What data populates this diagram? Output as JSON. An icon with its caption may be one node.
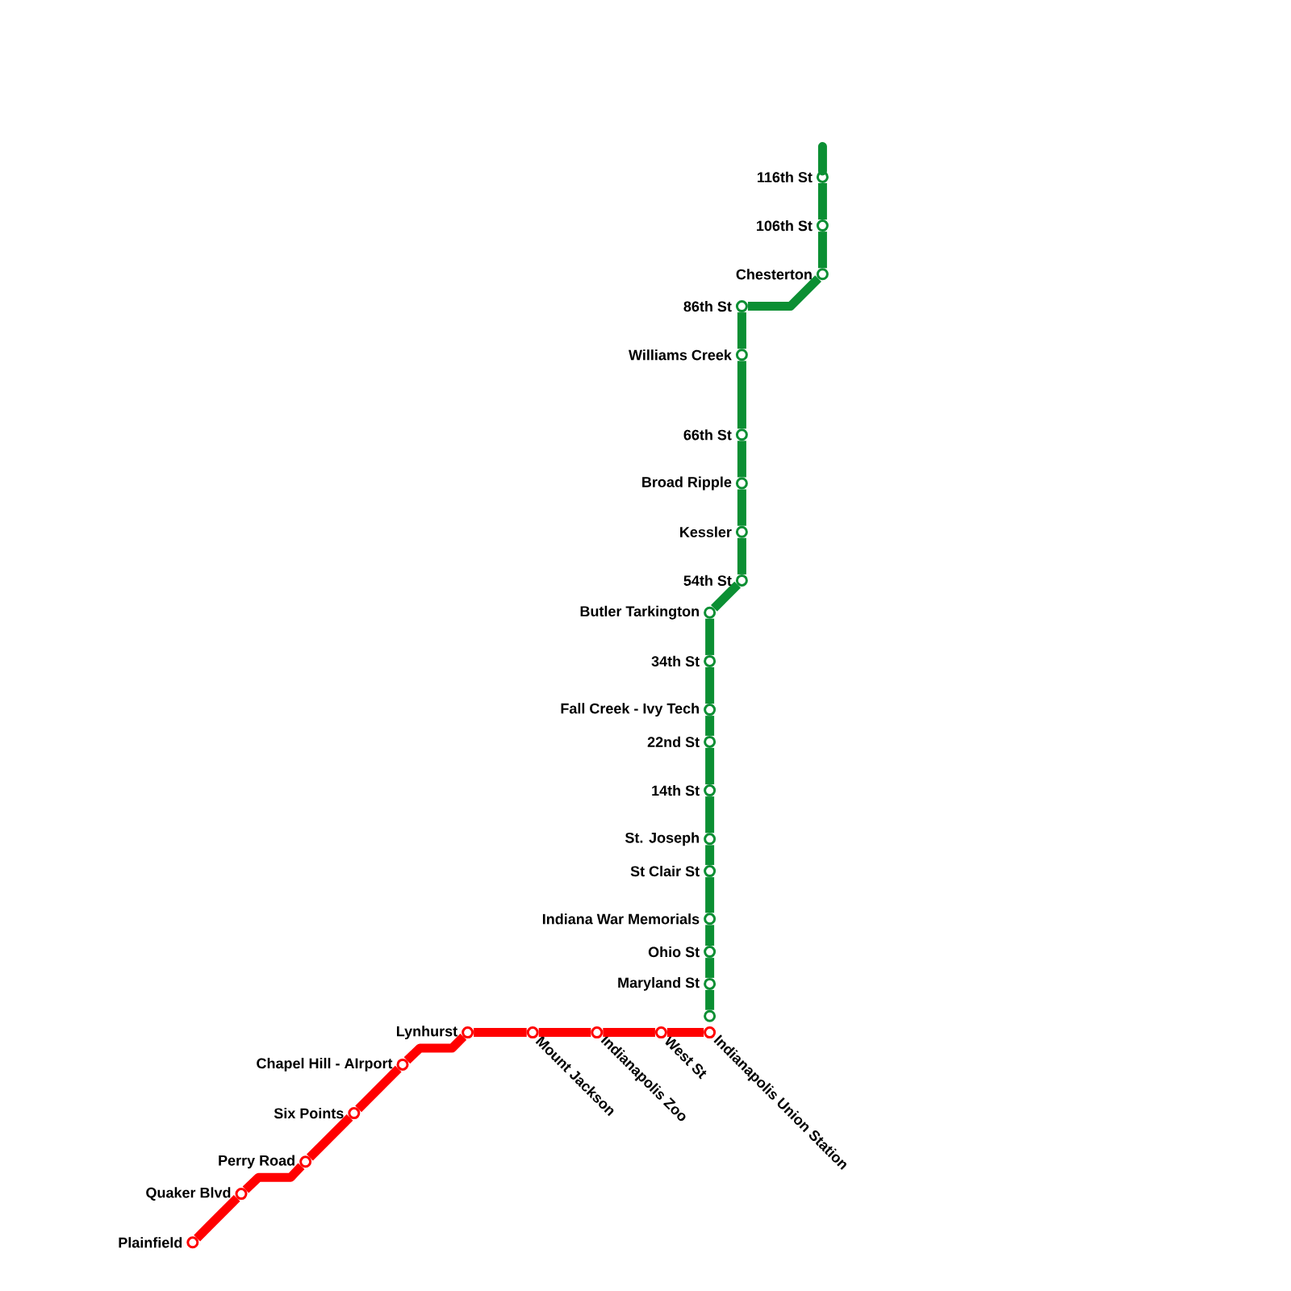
{
  "diagram": {
    "nodes": [
      {
        "text": [
          "116th St"
        ]
      },
      {
        "text": [
          "106th St"
        ]
      },
      {
        "text": [
          "Chesterton"
        ]
      },
      {
        "text": [
          "86th St"
        ]
      },
      {
        "text": [
          "Williams Creek"
        ]
      },
      {
        "text": [
          "66th St"
        ]
      },
      {
        "text": [
          "Broad Ripple"
        ]
      },
      {
        "text": [
          "Kessler"
        ]
      },
      {
        "text": [
          "54th St"
        ]
      },
      {
        "text": [
          "Butler Tarkington"
        ]
      },
      {
        "text": [
          "34th St"
        ]
      },
      {
        "text": [
          "Fall Creek - Ivy Tech"
        ]
      },
      {
        "text": [
          "22nd St"
        ]
      },
      {
        "text": [
          "14th St"
        ]
      },
      {
        "text": [
          "St. Joseph"
        ]
      },
      {
        "text": [
          "St Clair St"
        ]
      },
      {
        "text": [
          "Indiana War Memorials"
        ]
      },
      {
        "text": [
          "Ohio St"
        ]
      },
      {
        "text": [
          "Maryland St"
        ]
      },
      {
        "text": [],
        "shape": "circle"
      },
      {
        "text": [
          "Lynhurst"
        ]
      },
      {
        "text": [
          "Mount Jackson"
        ]
      },
      {
        "text": [
          "Indianapolis Zoo"
        ]
      },
      {
        "text": [
          "West St"
        ]
      },
      {
        "text": [
          "Indianapolis Union Station"
        ]
      },
      {
        "text": [
          "Chapel Hill - AIrport"
        ]
      },
      {
        "text": [
          "Six Points"
        ]
      },
      {
        "text": [
          "Perry Road"
        ]
      },
      {
        "text": [
          "Quaker Blvd"
        ]
      },
      {
        "text": [
          "Plainfield"
        ]
      }
    ],
    "edges": [
      {
        "from": 0,
        "to": 1,
        "arrow": "none"
      },
      {
        "from": 1,
        "to": 2,
        "arrow": "none"
      },
      {
        "from": 2,
        "to": 3,
        "arrow": "none"
      },
      {
        "from": 3,
        "to": 4,
        "arrow": "none"
      },
      {
        "from": 4,
        "to": 5,
        "arrow": "none"
      },
      {
        "from": 5,
        "to": 6,
        "arrow": "none"
      },
      {
        "from": 6,
        "to": 7,
        "arrow": "none"
      },
      {
        "from": 7,
        "to": 8,
        "arrow": "none"
      },
      {
        "from": 8,
        "to": 9,
        "arrow": "none"
      },
      {
        "from": 9,
        "to": 10,
        "arrow": "none"
      },
      {
        "from": 10,
        "to": 11,
        "arrow": "none"
      },
      {
        "from": 11,
        "to": 12,
        "arrow": "none"
      },
      {
        "from": 12,
        "to": 13,
        "arrow": "none"
      },
      {
        "from": 13,
        "to": 14,
        "arrow": "none"
      },
      {
        "from": 14,
        "to": 15,
        "arrow": "none"
      },
      {
        "from": 15,
        "to": 16,
        "arrow": "none"
      },
      {
        "from": 16,
        "to": 17,
        "arrow": "none"
      },
      {
        "from": 17,
        "to": 18,
        "arrow": "none"
      },
      {
        "from": 18,
        "to": 19,
        "arrow": "none"
      },
      {
        "from": 24,
        "to": 23,
        "arrow": "none",
        "color": "#ff0000"
      },
      {
        "from": 23,
        "to": 22,
        "arrow": "none",
        "color": "#ff0000"
      },
      {
        "from": 22,
        "to": 21,
        "arrow": "none",
        "color": "#ff0000"
      },
      {
        "from": 21,
        "to": 20,
        "arrow": "none",
        "color": "#ff0000"
      },
      {
        "from": 20,
        "to": 25,
        "arrow": "none",
        "color": "#ff0000"
      },
      {
        "from": 25,
        "to": 26,
        "arrow": "none",
        "color": "#ff0000"
      },
      {
        "from": 26,
        "to": 27,
        "arrow": "none",
        "color": "#ff0000"
      },
      {
        "from": 27,
        "to": 28,
        "arrow": "none",
        "color": "#ff0000"
      },
      {
        "from": 28,
        "to": 29,
        "arrow": "none",
        "color": "#ff0000"
      }
    ]
  }
}
